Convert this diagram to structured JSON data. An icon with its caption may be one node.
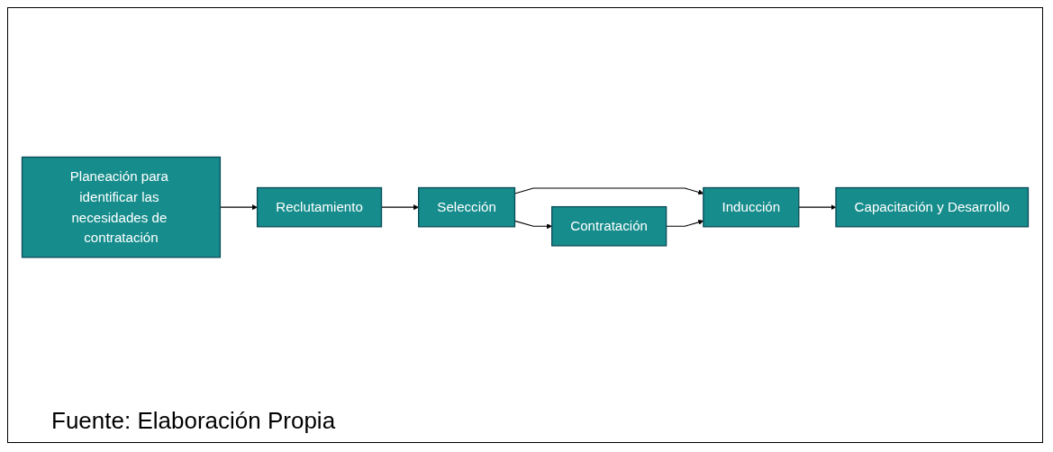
{
  "diagram": {
    "caption": "Fuente: Elaboración Propia",
    "nodes": [
      {
        "text": [
          "Planeación para identificar las necesidades de contratación"
        ]
      },
      {
        "text": [
          "Reclutamiento"
        ]
      },
      {
        "text": [
          "Selección"
        ]
      },
      {
        "text": [
          "Contratación"
        ]
      },
      {
        "text": [
          "Inducción"
        ]
      },
      {
        "text": [
          "Capacitación y Desarrollo"
        ]
      }
    ],
    "edges": [
      {
        "from": 0,
        "to": 1,
        "arrow": "to"
      },
      {
        "from": 1,
        "to": 2,
        "arrow": "to"
      },
      {
        "from": 2,
        "to": 4,
        "arrow": "to"
      },
      {
        "from": 2,
        "to": 3,
        "arrow": "to"
      },
      {
        "from": 3,
        "to": 4,
        "arrow": "to"
      },
      {
        "from": 4,
        "to": 5,
        "arrow": "to"
      }
    ]
  }
}
